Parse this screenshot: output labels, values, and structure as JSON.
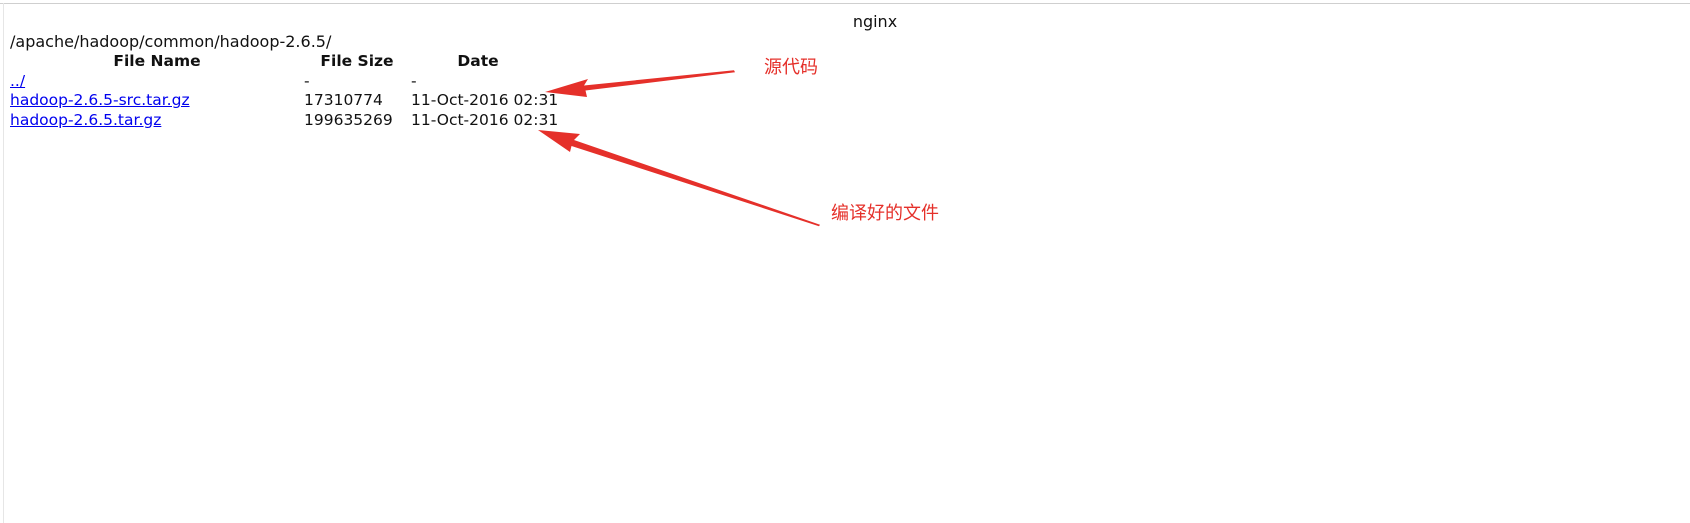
{
  "server_title": "nginx",
  "path": "/apache/hadoop/common/hadoop-2.6.5/",
  "table": {
    "headers": {
      "name": "File Name",
      "size": "File Size",
      "date": "Date"
    },
    "rows": [
      {
        "name": "../",
        "size": "-",
        "date": "-"
      },
      {
        "name": "hadoop-2.6.5-src.tar.gz",
        "size": "17310774",
        "date": "11-Oct-2016 02:31"
      },
      {
        "name": "hadoop-2.6.5.tar.gz",
        "size": "199635269",
        "date": "11-Oct-2016 02:31"
      }
    ]
  },
  "annotations": {
    "source_label": "源代码",
    "binary_label": "编译好的文件",
    "color": "#e5302a"
  },
  "colors": {
    "link": "#0000ee"
  }
}
